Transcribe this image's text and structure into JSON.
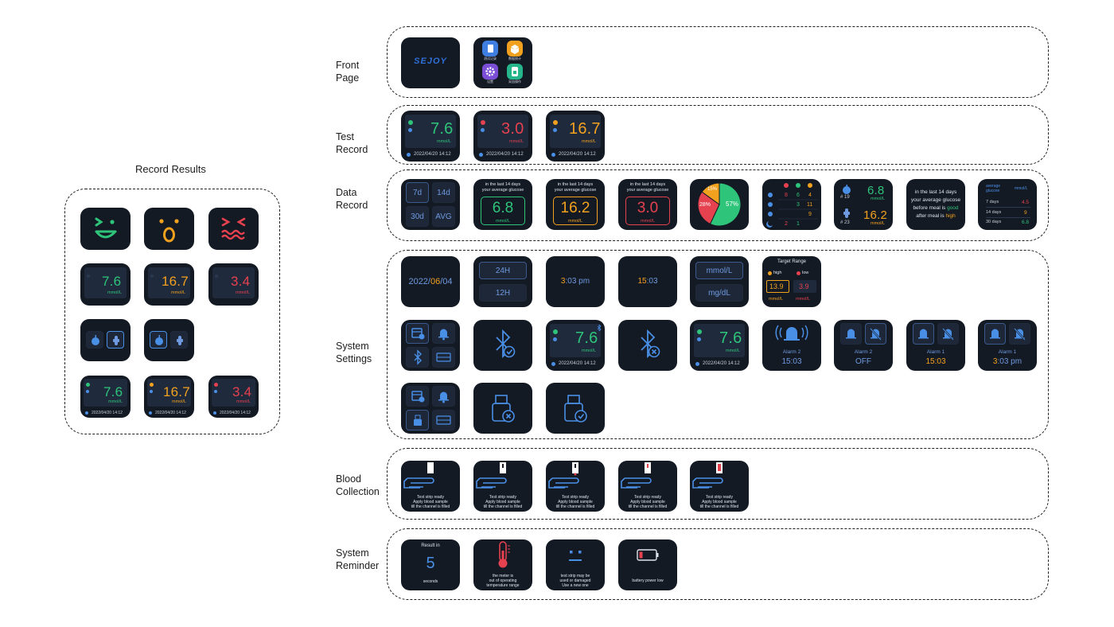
{
  "record_results": {
    "title": "Record Results",
    "readings": [
      {
        "value": "7.6",
        "unit": "mmol/L",
        "color": "#2ec47a"
      },
      {
        "value": "16.7",
        "unit": "mmol/L",
        "color": "#f2a11f"
      },
      {
        "value": "3.4",
        "unit": "mmol/L",
        "color": "#e6414f"
      }
    ],
    "datetime": "2022/04/20  14:12"
  },
  "sections": {
    "front_page": "Front\nPage",
    "test_record": "Test\nRecord",
    "data_record": "Data\nRecord",
    "system_settings": "System\nSettings",
    "blood_collection": "Blood\nCollection",
    "system_reminder": "System\nReminder"
  },
  "front_page": {
    "logo": "SEJOY",
    "menu": [
      "测试记录",
      "数据统计",
      "设置",
      "采血操作"
    ]
  },
  "test_record": {
    "readings": [
      {
        "value": "7.6",
        "unit": "mmol/L",
        "color": "#2ec47a"
      },
      {
        "value": "3.0",
        "unit": "mmol/L",
        "color": "#e6414f"
      },
      {
        "value": "16.7",
        "unit": "mmol/L",
        "color": "#f2a11f"
      }
    ],
    "datetime": "2022/04/20  14:12"
  },
  "data_record": {
    "periods": [
      "7d",
      "14d",
      "30d",
      "AVG"
    ],
    "avg_header_1": "in the last 14 days",
    "avg_header_2": "your average glucose",
    "averages": [
      {
        "value": "6.8",
        "unit": "mmol/L",
        "color": "#2ec47a"
      },
      {
        "value": "16.2",
        "unit": "mmol/L",
        "color": "#f2a11f"
      },
      {
        "value": "3.0",
        "unit": "mmol/L",
        "color": "#e6414f"
      }
    ],
    "pie": {
      "slices": [
        {
          "label": "57%",
          "value": 57,
          "color": "#2ec47a"
        },
        {
          "label": "28%",
          "value": 28,
          "color": "#e6414f"
        },
        {
          "label": "15%",
          "value": 15,
          "color": "#f2a11f"
        }
      ]
    },
    "table_grid": {
      "rows": [
        [
          "8",
          "6",
          "4"
        ],
        [
          "",
          "3",
          "11"
        ],
        [
          "",
          "",
          "9"
        ],
        [
          "2",
          "1",
          ""
        ]
      ]
    },
    "meal": {
      "before_count": "# 19",
      "after_count": "# 23",
      "before_value": "6.8",
      "after_value": "16.2",
      "unit": "mmol/L"
    },
    "summary": {
      "line1": "in the last 14 days",
      "line2": "your average glucose",
      "line3a": "before meal is",
      "line3b": "good",
      "line4a": "after meal is",
      "line4b": "high"
    },
    "avg_table": {
      "header_left": "average glucose",
      "header_right": "mmol/L",
      "rows": [
        {
          "label": "7 days",
          "value": "4.5",
          "color": "#e6414f"
        },
        {
          "label": "14 days",
          "value": "9",
          "color": "#f2a11f"
        },
        {
          "label": "30 days",
          "value": "6.8",
          "color": "#2ec47a"
        }
      ]
    }
  },
  "system_settings": {
    "date": {
      "y": "2022/",
      "m": "06",
      "d": "/04"
    },
    "hour_formats": [
      "24H",
      "12H"
    ],
    "time12": {
      "h": "3",
      "rest": ":03 pm"
    },
    "time24": {
      "h": "15",
      "rest": ":03"
    },
    "units": [
      "mmol/L",
      "mg/dL"
    ],
    "target_range": {
      "title": "Target Range",
      "high_label": "high",
      "low_label": "low",
      "high_value": "13.9",
      "low_value": "3.9",
      "unit": "mmol/L"
    },
    "reading": {
      "value": "7.6",
      "unit": "mmol/L",
      "datetime": "2022/04/20  14:12"
    },
    "alarms": [
      {
        "label": "Alarm 2",
        "value": "15:03"
      },
      {
        "label": "Alarm 2",
        "value": "OFF"
      },
      {
        "label": "Alarm 1",
        "value": "15:03"
      },
      {
        "label": "Alarm 1",
        "value_h": "3",
        "value_rest": ":03 pm"
      }
    ],
    "mg_dl": "mg/dL"
  },
  "blood_collection": {
    "line1": "Test strip ready",
    "line2": "Apply blood sample",
    "line3": "till the channel is filled"
  },
  "system_reminder": {
    "countdown_title": "Result in",
    "countdown_value": "5",
    "countdown_unit": "seconds",
    "temp_1": "the meter is",
    "temp_2": "out of operating",
    "temp_3": "temperature range",
    "strip_1": "test strip may be",
    "strip_2": "used or damaged",
    "strip_3": "Use a new one",
    "battery": "battery power low"
  },
  "colors": {
    "good": "#2ec47a",
    "high": "#f2a11f",
    "low": "#e6414f",
    "accent": "#4a8fe6",
    "screen_bg": "#141a24"
  }
}
